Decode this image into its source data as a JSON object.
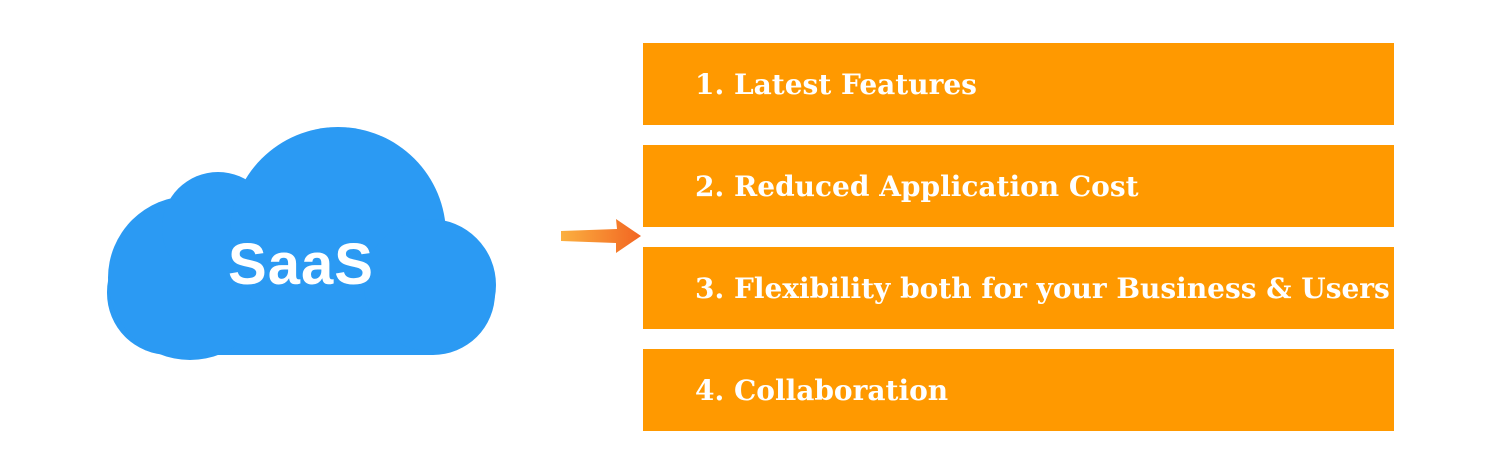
{
  "cloud": {
    "label": "SaaS",
    "color": "#2b9af3"
  },
  "arrow": {
    "color": "#f7931e"
  },
  "items": [
    {
      "label": "1. Latest Features"
    },
    {
      "label": "2. Reduced Application Cost"
    },
    {
      "label": "3. Flexibility both for your Business & Users"
    },
    {
      "label": "4. Collaboration"
    }
  ],
  "item_color": "#ff9900"
}
